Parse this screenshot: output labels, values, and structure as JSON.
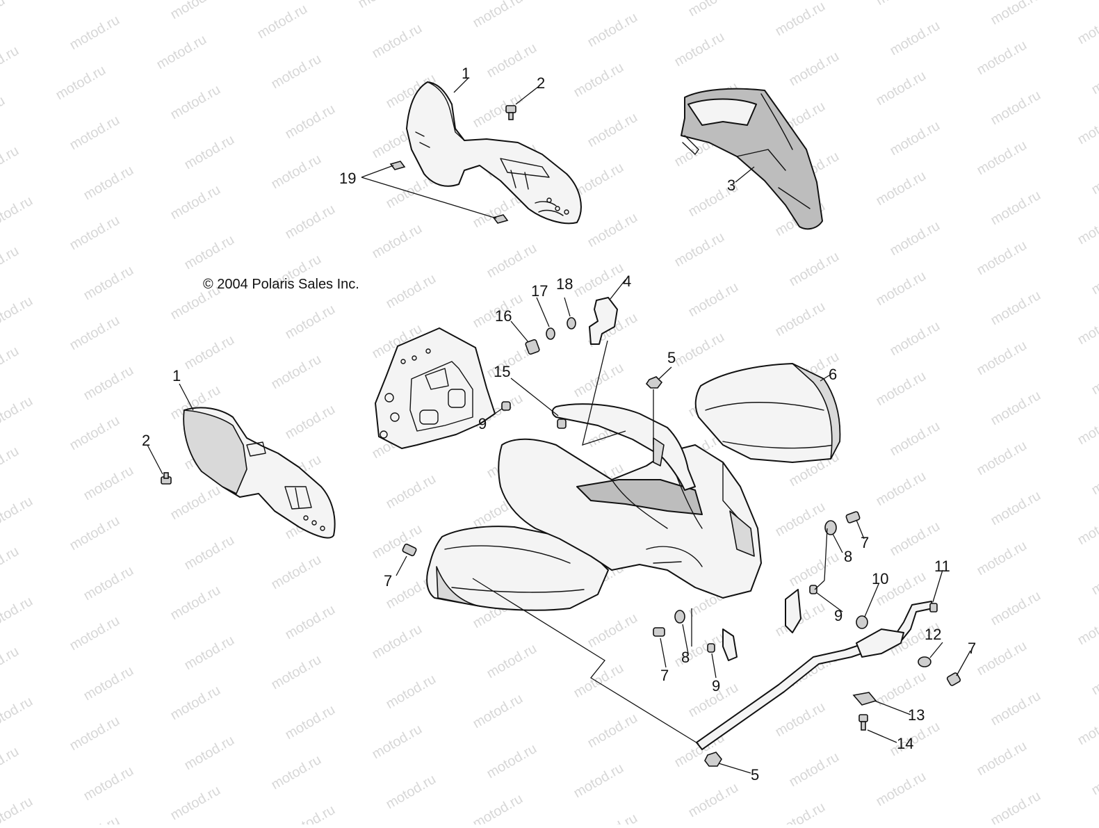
{
  "watermark": {
    "text": "motod.ru"
  },
  "copyright": "© 2004 Polaris Sales Inc.",
  "callouts": [
    "1",
    "2",
    "19",
    "3",
    "17",
    "18",
    "4",
    "16",
    "15",
    "9",
    "5",
    "6",
    "1",
    "2",
    "7",
    "8",
    "7",
    "10",
    "11",
    "9",
    "12",
    "7",
    "8",
    "7",
    "9",
    "13",
    "14",
    "5"
  ]
}
